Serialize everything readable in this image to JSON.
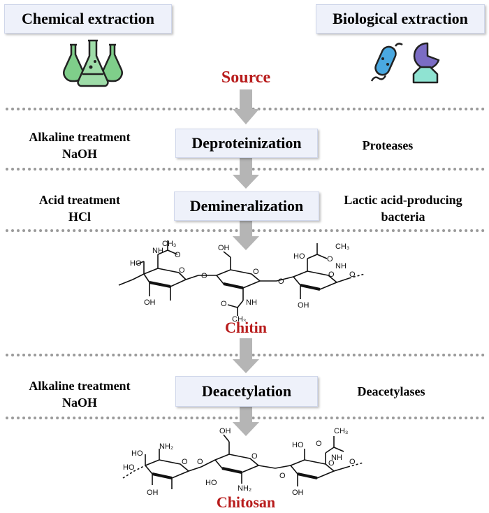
{
  "header": {
    "chemical": "Chemical extraction",
    "biological": "Biological extraction"
  },
  "icons": {
    "chemical": "flasks-icon",
    "biological": "bacterium-enzyme-icon"
  },
  "labels": {
    "source": "Source",
    "chitin": "Chitin",
    "chitosan": "Chitosan"
  },
  "steps": [
    {
      "name": "Deproteinization",
      "chemical": [
        "Alkaline treatment",
        "NaOH"
      ],
      "biological": [
        "Proteases"
      ]
    },
    {
      "name": "Demineralization",
      "chemical": [
        "Acid treatment",
        "HCl"
      ],
      "biological": [
        "Lactic acid-producing",
        "bacteria"
      ]
    },
    {
      "name": "Deacetylation",
      "chemical": [
        "Alkaline treatment",
        "NaOH"
      ],
      "biological": [
        "Deacetylases"
      ]
    }
  ],
  "chitin_atoms": {
    "ch3": "CH₃",
    "o": "O",
    "nh": "NH",
    "ho": "HO",
    "oh": "OH"
  },
  "chitosan_atoms": {
    "nh2": "NH₂",
    "ho": "HO",
    "oh": "OH",
    "o": "O",
    "ch3": "CH₃",
    "nh": "NH"
  },
  "colors": {
    "accent_red": "#b81c1c",
    "box_fill": "#eef1fa",
    "arrow": "#b5b5b5",
    "flask_green": "#7fce8a",
    "bacterium_blue": "#4aa8e0",
    "enzyme_purple": "#7b6cc4",
    "enzyme_teal": "#8fe3d2"
  }
}
